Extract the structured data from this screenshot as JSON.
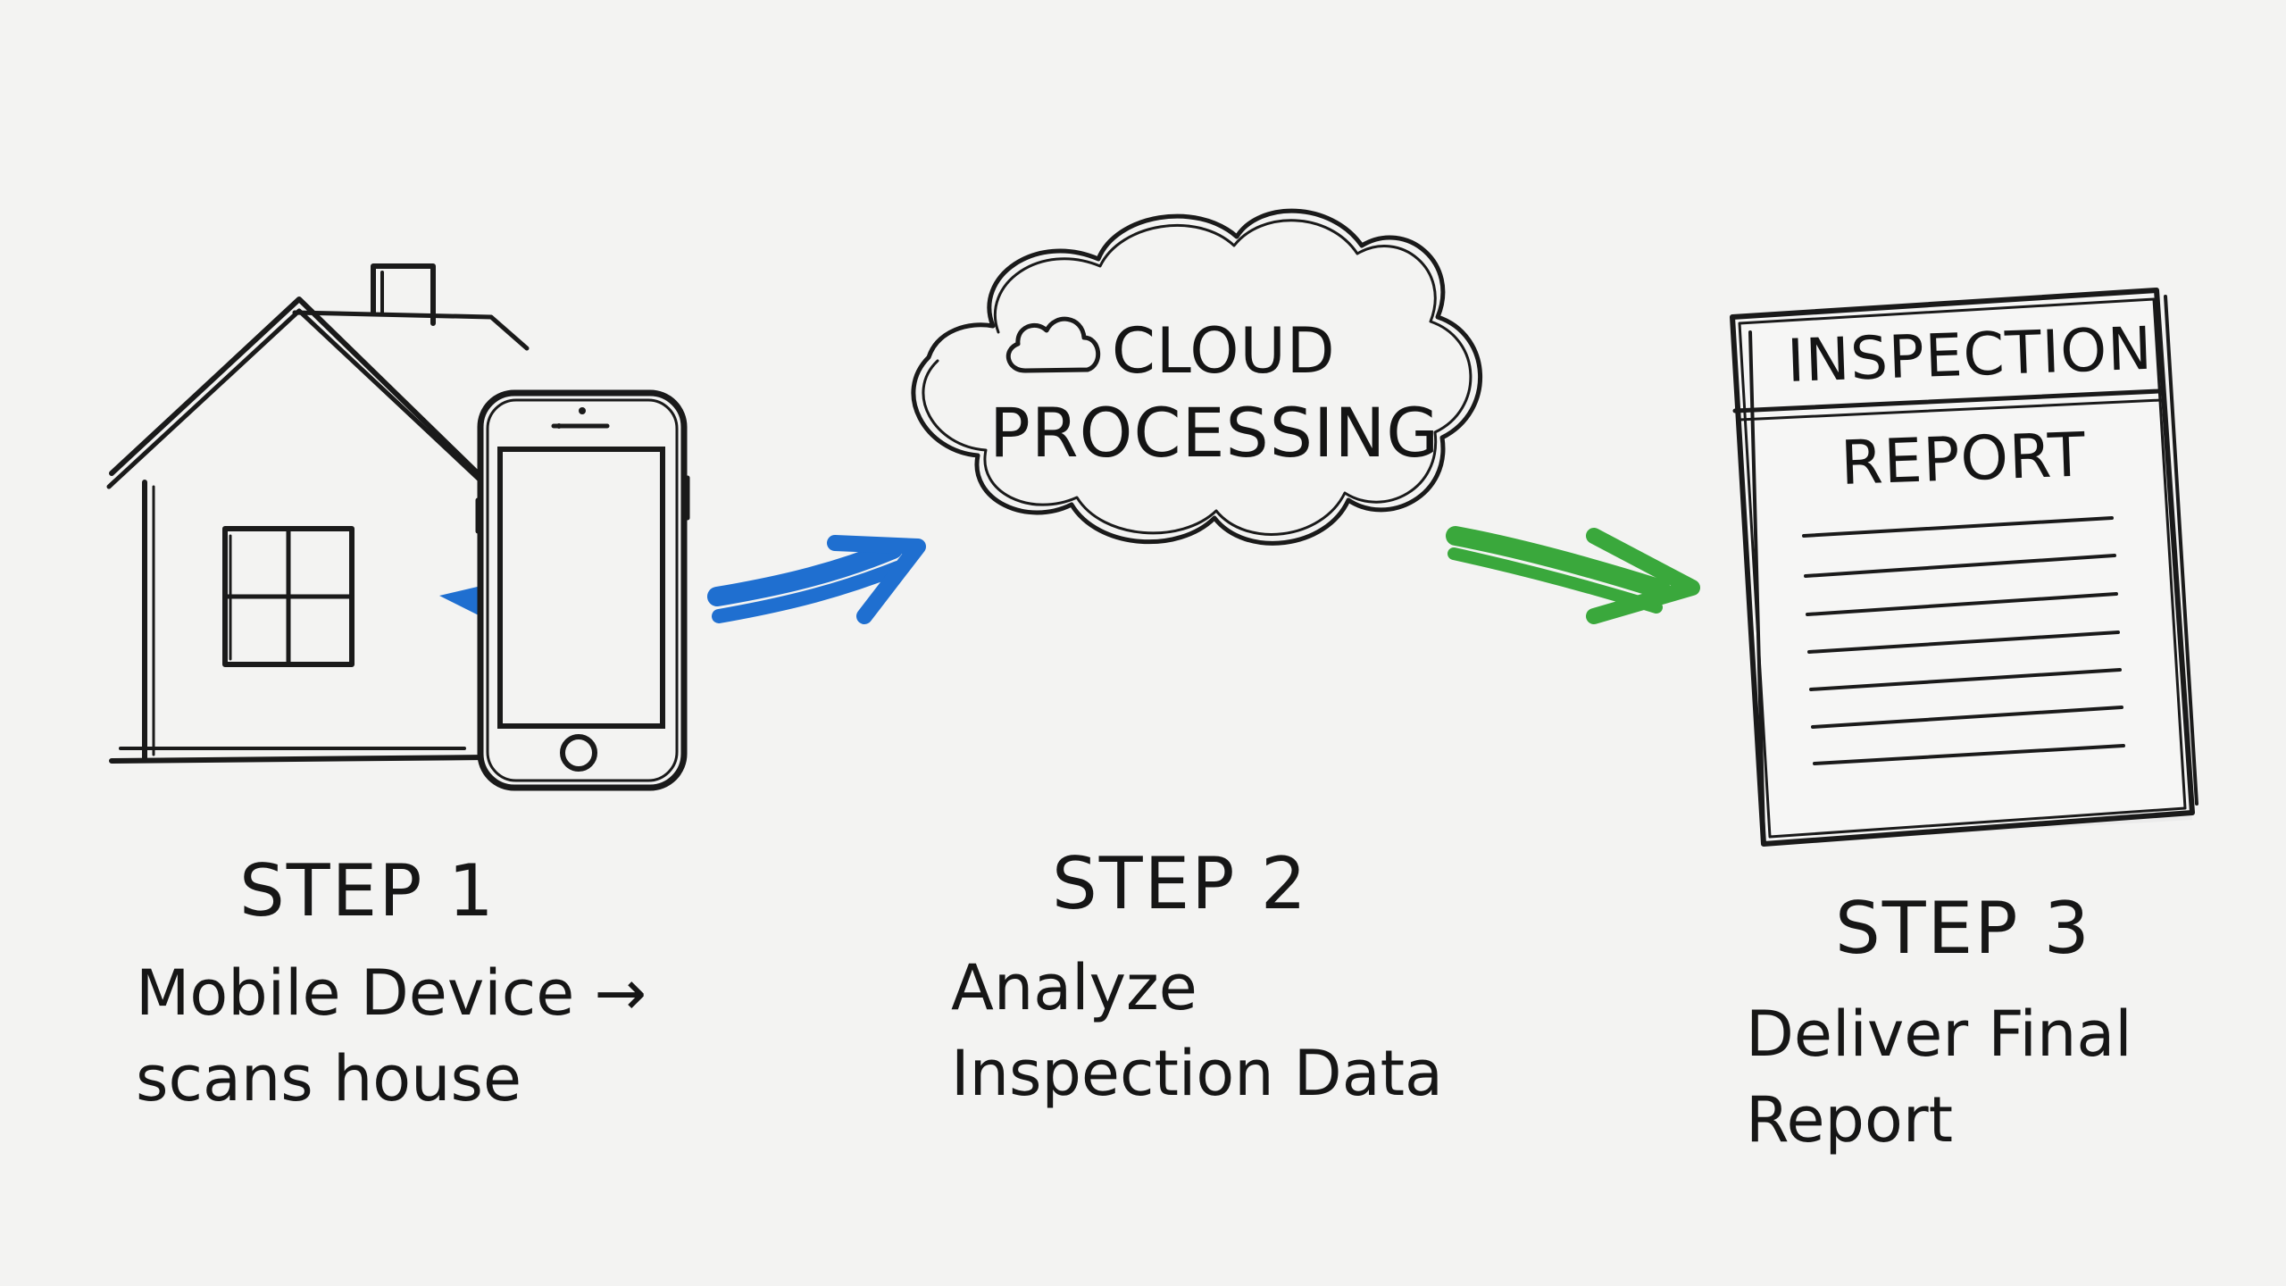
{
  "steps": [
    {
      "title": "STEP 1",
      "desc_line1": "Mobile Device →",
      "desc_line2": "scans house"
    },
    {
      "title": "STEP 2",
      "desc_line1": "Analyze",
      "desc_line2": "Inspection Data"
    },
    {
      "title": "STEP 3",
      "desc_line1": "Deliver Final",
      "desc_line2": "Report"
    }
  ],
  "cloud": {
    "line1": "CLOUD",
    "line2": "PROCESSING",
    "icon": "cloud-icon"
  },
  "report": {
    "heading": "INSPECTION",
    "subheading": "REPORT"
  },
  "icons": {
    "house": "house-icon",
    "phone": "smartphone-icon",
    "document": "document-icon"
  },
  "colors": {
    "arrow_1": "#1f6fd0",
    "arrow_2": "#3aa83c",
    "ink": "#1a1a1a",
    "background": "#f3f3f2"
  }
}
